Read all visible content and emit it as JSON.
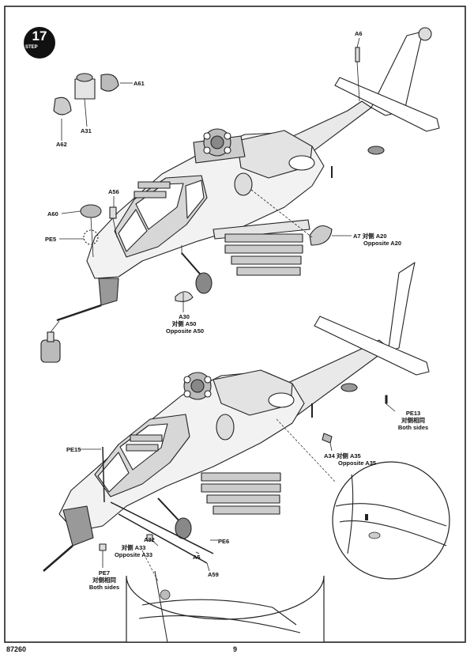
{
  "step": {
    "number": "17",
    "word": "STEP"
  },
  "labels": {
    "a6": "A6",
    "a61": "A61",
    "a31": "A31",
    "a62": "A62",
    "a56": "A56",
    "a60": "A60",
    "pe5": "PE5",
    "a7": "A7",
    "a7_zh": "对侧 A20",
    "a7_en": "Opposite A20",
    "a30": "A30",
    "a50_zh": "对侧 A50",
    "a50_en": "Opposite A50",
    "pe13": "PE13",
    "pe13_zh": "对侧相同",
    "pe13_en": "Both sides",
    "pe15": "PE15",
    "a34": "A34",
    "a35_zh": "对侧 A35",
    "a35_en": "Opposite A35",
    "a32": "A32",
    "a33_zh": "对侧 A33",
    "a33_en": "Opposite A33",
    "pe6": "PE6",
    "a5": "A5",
    "a59": "A59",
    "pe7": "PE7",
    "pe7_zh": "对侧相同",
    "pe7_en": "Both sides"
  },
  "footer": {
    "code": "87260",
    "page": "9"
  }
}
